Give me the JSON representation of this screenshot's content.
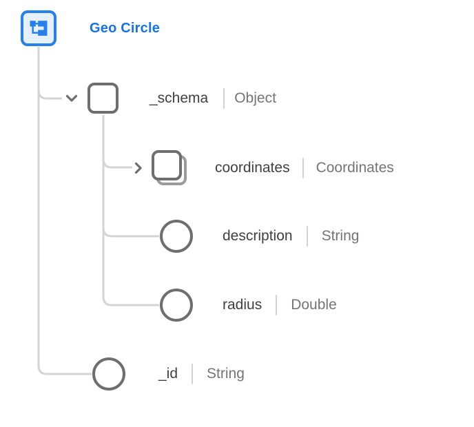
{
  "schema": {
    "title": "Geo Circle",
    "root_icon": "schema-tree-icon"
  },
  "nodes": [
    {
      "name": "_schema",
      "type": "Object",
      "icon": "object-node-icon",
      "state": "expanded",
      "level": 1
    },
    {
      "name": "coordinates",
      "type": "Coordinates",
      "icon": "array-of-objects-icon",
      "state": "collapsed",
      "level": 2
    },
    {
      "name": "description",
      "type": "String",
      "icon": "field-node-icon",
      "state": "leaf",
      "level": 2
    },
    {
      "name": "radius",
      "type": "Double",
      "icon": "field-node-icon",
      "state": "leaf",
      "level": 2
    },
    {
      "name": "_id",
      "type": "String",
      "icon": "field-node-icon",
      "state": "leaf",
      "level": 1
    }
  ],
  "colors": {
    "accent_blue": "#1473E6",
    "root_icon_border": "#2680EB",
    "root_icon_fill": "#E6EFFC",
    "node_outline": "#6E6E6E",
    "name_text": "#404040",
    "type_text": "#747474",
    "connector_line": "#D4D4D4"
  }
}
